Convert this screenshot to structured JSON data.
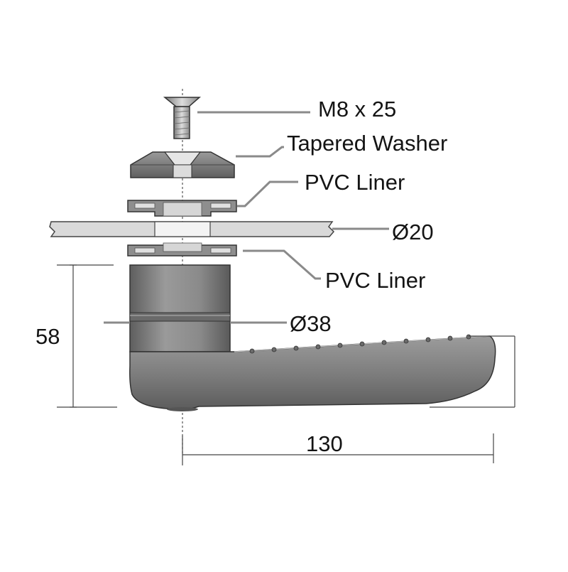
{
  "labels": {
    "bolt": "M8 x 25",
    "washer": "Tapered Washer",
    "liner_top": "PVC Liner",
    "glass_hole": "Ø20",
    "liner_bottom": "PVC Liner",
    "rosette": "Ø38",
    "height": "58",
    "length": "130"
  },
  "colors": {
    "line": "#3a3a3a",
    "glass": "#d9d9d9",
    "metal_light": "#a8a8a8",
    "metal_dark": "#6e6e6e",
    "text": "#141414"
  }
}
